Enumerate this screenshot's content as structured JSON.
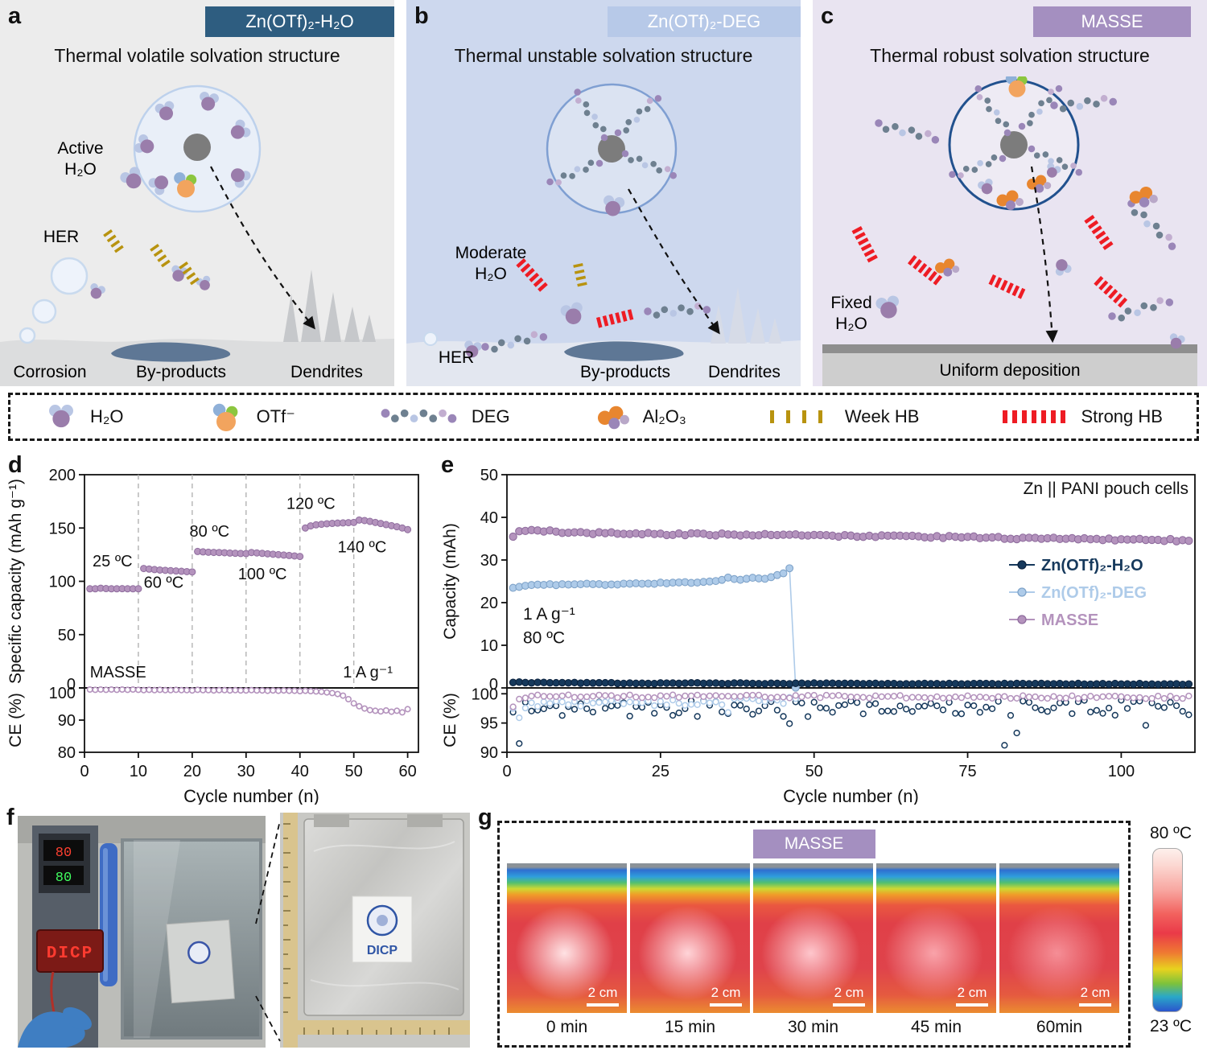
{
  "panel_a": {
    "label": "a",
    "badge": "Zn(OTf)₂-H₂O",
    "title": "Thermal volatile solvation structure",
    "anno": {
      "active1": "Active",
      "active2": "H₂O",
      "her": "HER",
      "corrosion": "Corrosion",
      "byproducts": "By-products",
      "dendrites": "Dendrites"
    }
  },
  "panel_b": {
    "label": "b",
    "badge": "Zn(OTf)₂-DEG",
    "title": "Thermal unstable solvation structure",
    "anno": {
      "moderate1": "Moderate",
      "moderate2": "H₂O",
      "her": "HER",
      "byproducts": "By-products",
      "dendrites": "Dendrites"
    }
  },
  "panel_c": {
    "label": "c",
    "badge": "MASSE",
    "title": "Thermal robust solvation structure",
    "anno": {
      "fixed1": "Fixed",
      "fixed2": "H₂O",
      "deposition": "Uniform deposition"
    }
  },
  "legend": {
    "items": [
      {
        "icon": "h2o-icon",
        "label": "H₂O"
      },
      {
        "icon": "otf-icon",
        "label": "OTf⁻"
      },
      {
        "icon": "deg-icon",
        "label": "DEG"
      },
      {
        "icon": "al2o3-icon",
        "label": "Al₂O₃"
      },
      {
        "icon": "weak-hb-icon",
        "label": "Week HB"
      },
      {
        "icon": "strong-hb-icon",
        "label": "Strong HB"
      }
    ]
  },
  "panel_d": {
    "label": "d"
  },
  "panel_e": {
    "label": "e"
  },
  "panel_f": {
    "label": "f",
    "display_red": "80",
    "display_green": "80",
    "led_sign": "DICP",
    "pouch_logo": "DICP"
  },
  "panel_g": {
    "label": "g",
    "badge": "MASSE",
    "frames": [
      {
        "time": "0 min",
        "scalebar": "2 cm"
      },
      {
        "time": "15 min",
        "scalebar": "2 cm"
      },
      {
        "time": "30 min",
        "scalebar": "2 cm"
      },
      {
        "time": "45 min",
        "scalebar": "2 cm"
      },
      {
        "time": "60min",
        "scalebar": "2 cm"
      }
    ],
    "temp_max": "80 ºC",
    "temp_min": "23 ºC"
  },
  "chart_data": [
    {
      "panel": "d",
      "type": "scatter",
      "series_name": "MASSE",
      "xlabel": "Cycle number (n)",
      "ylabel": "Specific capacity (mAh g⁻¹)",
      "ylabel_ce": "CE (%)",
      "xlim": [
        0,
        62
      ],
      "xticks": [
        0,
        10,
        20,
        30,
        40,
        50,
        60
      ],
      "ylim": [
        0,
        200
      ],
      "yticks": [
        0,
        50,
        100,
        150,
        200
      ],
      "ce_ylim": [
        80,
        100
      ],
      "ce_yticks": [
        80,
        90,
        100
      ],
      "vlines": [
        10,
        20,
        30,
        40,
        50
      ],
      "color": "#b493bd",
      "edge": "#8f6d9e",
      "annotations": [
        {
          "text": "25 ºC",
          "x": 1.5,
          "y": 114
        },
        {
          "text": "60 ºC",
          "x": 11,
          "y": 94
        },
        {
          "text": "80 ºC",
          "x": 19.5,
          "y": 142
        },
        {
          "text": "100 ºC",
          "x": 28.5,
          "y": 102
        },
        {
          "text": "120 ºC",
          "x": 37.5,
          "y": 168
        },
        {
          "text": "140 ºC",
          "x": 47,
          "y": 127
        },
        {
          "text": "MASSE",
          "x": 1,
          "y": 10
        },
        {
          "text": "1 A g⁻¹",
          "x": 48,
          "y": 10
        }
      ],
      "capacity": [
        93,
        93,
        93.5,
        93.2,
        93,
        93,
        93.1,
        93,
        93,
        93,
        112,
        111.5,
        111,
        110.6,
        110.3,
        110,
        109.7,
        109.4,
        109.1,
        108.8,
        128,
        127.6,
        127.3,
        127.1,
        127,
        126.8,
        126.5,
        126.3,
        126.1,
        126,
        127,
        126.6,
        126.2,
        125.8,
        125.4,
        125,
        124.6,
        124.2,
        123.8,
        123.3,
        150,
        152,
        153,
        153.5,
        154,
        154.3,
        154.6,
        154.8,
        155,
        155.2,
        157.5,
        157,
        156.2,
        155.2,
        154.2,
        153.2,
        152.2,
        151.2,
        150,
        148.5
      ],
      "ce": [
        99.5,
        99.4,
        99.5,
        99.4,
        99.5,
        99.4,
        99.5,
        99.4,
        99.5,
        99.4,
        99.3,
        99.4,
        99.3,
        99.4,
        99.3,
        99.3,
        99.4,
        99.3,
        99.3,
        99.2,
        99.4,
        99.3,
        99.3,
        99.2,
        99.3,
        99.3,
        99.2,
        99.3,
        99.2,
        99.2,
        99.3,
        99.2,
        99.2,
        99.1,
        99.2,
        99.1,
        99.2,
        99.1,
        99.1,
        99.0,
        99.1,
        99.0,
        98.9,
        98.8,
        98.6,
        98.4,
        98.1,
        97.6,
        96.5,
        95.2,
        94.3,
        93.6,
        93.1,
        92.9,
        92.7,
        93.0,
        92.6,
        92.9,
        92.4,
        93.4
      ]
    },
    {
      "panel": "e",
      "type": "scatter",
      "note": "Zn || PANI pouch cells",
      "cond1": "1 A g⁻¹",
      "cond2": "80 ºC",
      "xlabel": "Cycle number (n)",
      "ylabel": "Capacity (mAh)",
      "ylabel_ce": "CE (%)",
      "xlim": [
        0,
        112
      ],
      "xticks": [
        0,
        25,
        50,
        75,
        100
      ],
      "ylim": [
        0,
        50
      ],
      "yticks": [
        0,
        10,
        20,
        30,
        40,
        50
      ],
      "ce_ylim": [
        90,
        101
      ],
      "ce_yticks": [
        90,
        95,
        100
      ],
      "legend": [
        {
          "label": "Zn(OTf)₂-H₂O",
          "color": "#16395c",
          "edge": "#0d2440"
        },
        {
          "label": "Zn(OTf)₂-DEG",
          "color": "#aecbe9",
          "edge": "#7fa3c9"
        },
        {
          "label": "MASSE",
          "color": "#b493bd",
          "edge": "#8f6d9e"
        }
      ],
      "series": [
        {
          "name": "MASSE",
          "color": "#b493bd",
          "edge": "#8f6d9e",
          "jitter": 0.25,
          "anchors": [
            [
              1,
              35.3
            ],
            [
              2,
              36.6
            ],
            [
              4,
              37.0
            ],
            [
              8,
              36.6
            ],
            [
              15,
              36.3
            ],
            [
              25,
              36.1
            ],
            [
              40,
              35.9
            ],
            [
              55,
              35.7
            ],
            [
              70,
              35.4
            ],
            [
              85,
              35.1
            ],
            [
              100,
              34.8
            ],
            [
              111,
              34.6
            ]
          ]
        },
        {
          "name": "Zn(OTf)₂-DEG",
          "color": "#aecbe9",
          "edge": "#7fa3c9",
          "jitter": 0.18,
          "anchors": [
            [
              1,
              23.6
            ],
            [
              3,
              24.1
            ],
            [
              10,
              24.2
            ],
            [
              20,
              24.4
            ],
            [
              30,
              24.7
            ],
            [
              34,
              25.1
            ],
            [
              36,
              25.7
            ],
            [
              38,
              25.3
            ],
            [
              40,
              25.9
            ],
            [
              42,
              25.5
            ],
            [
              44,
              26.4
            ],
            [
              45,
              26.9
            ],
            [
              46,
              28.1
            ],
            [
              47,
              0
            ]
          ]
        },
        {
          "name": "Zn(OTf)₂-H₂O",
          "color": "#16395c",
          "edge": "#0d2440",
          "jitter": 0.1,
          "anchors": [
            [
              1,
              1.3
            ],
            [
              20,
              1.1
            ],
            [
              60,
              1.0
            ],
            [
              111,
              0.9
            ]
          ]
        }
      ],
      "ce_series": [
        {
          "name": "MASSE",
          "color": "#b493bd",
          "jitter": 0.25,
          "anchors": [
            [
              1,
              97.9
            ],
            [
              2,
              99.2
            ],
            [
              4,
              99.6
            ],
            [
              111,
              99.4
            ]
          ]
        },
        {
          "name": "Zn(OTf)₂-DEG",
          "color": "#aecbe9",
          "jitter": 0.6,
          "anchors": [
            [
              1,
              97.0
            ],
            [
              5,
              98.2
            ],
            [
              47,
              98.8
            ]
          ],
          "outliers": [
            [
              2,
              95.9
            ],
            [
              36,
              96.8
            ]
          ]
        },
        {
          "name": "Zn(OTf)₂-H₂O",
          "color": "#16395c",
          "jitter": 1.4,
          "anchors": [
            [
              1,
              97.4
            ],
            [
              111,
              97.6
            ]
          ],
          "outliers": [
            [
              2,
              91.5
            ],
            [
              46,
              94.9
            ],
            [
              81,
              91.2
            ],
            [
              83,
              93.3
            ],
            [
              104,
              94.6
            ]
          ]
        }
      ]
    }
  ]
}
